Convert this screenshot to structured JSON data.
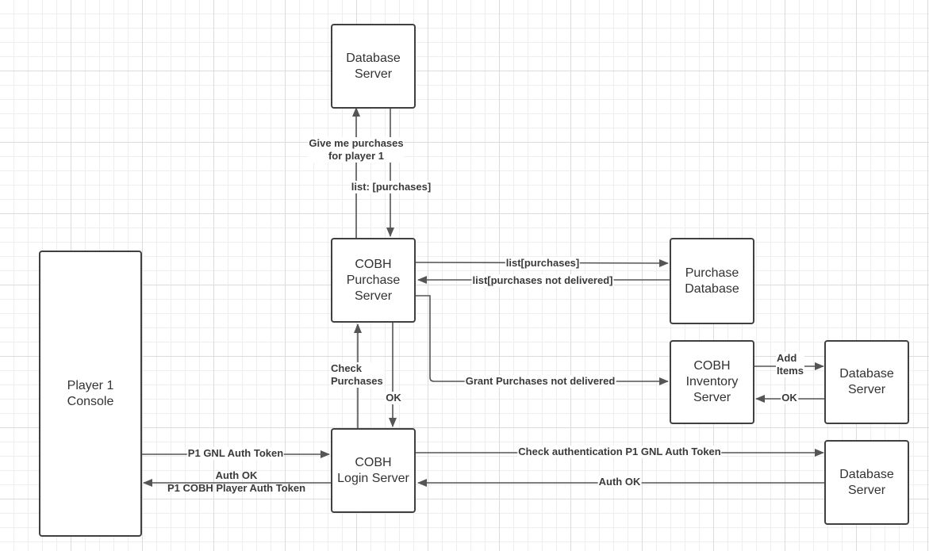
{
  "nodes": {
    "db_top": "Database\nServer",
    "purchase_server": "COBH\nPurchase\nServer",
    "purchase_db": "Purchase\nDatabase",
    "inventory_server": "COBH\nInventory\nServer",
    "db_inventory": "Database\nServer",
    "player_console": "Player 1\nConsole",
    "login_server": "COBH\nLogin Server",
    "db_login": "Database\nServer"
  },
  "edges": {
    "give_purchases": "Give me purchases\nfor player 1",
    "list_purchases_top": "list: [purchases]",
    "list_purchases_right": "list[purchases]",
    "list_not_delivered": "list[purchases not delivered]",
    "grant_purchases": "Grant Purchases not delivered",
    "add_items": "Add\nItems",
    "ok_inventory": "OK",
    "check_purchases": "Check\nPurchases",
    "ok_login": "OK",
    "p1_gnl_token": "P1 GNL Auth Token",
    "auth_ok_player": "Auth OK\nP1 COBH Player Auth Token",
    "check_auth": "Check authentication P1 GNL Auth Token",
    "auth_ok_db": "Auth OK"
  },
  "colors": {
    "line": "#555555",
    "border": "#404040",
    "grid": "#dcdcdc"
  }
}
